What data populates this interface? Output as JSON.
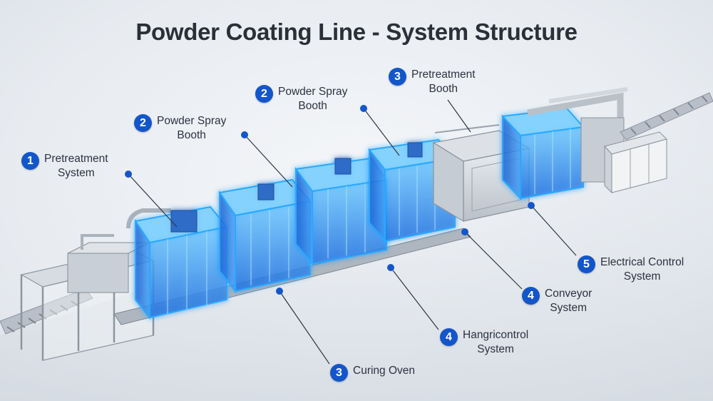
{
  "title": "Powder Coating Line - System Structure",
  "colors": {
    "accent": "#1356c9",
    "glow": "#2aa8ff",
    "steel": "#c4cad2"
  },
  "callouts": [
    {
      "num": "1",
      "lines": [
        "Pretreatment",
        "System"
      ]
    },
    {
      "num": "2",
      "lines": [
        "Powder Spray",
        "Booth"
      ]
    },
    {
      "num": "2",
      "lines": [
        "Powder Spray",
        "Booth"
      ]
    },
    {
      "num": "3",
      "lines": [
        "Pretreatment",
        "Booth"
      ]
    },
    {
      "num": "5",
      "lines": [
        "Electrical Control",
        "System"
      ]
    },
    {
      "num": "4",
      "lines": [
        "Conveyor",
        "System"
      ]
    },
    {
      "num": "4",
      "lines": [
        "Hangricontrol",
        "System"
      ]
    },
    {
      "num": "3",
      "lines": [
        "Curing Oven"
      ]
    }
  ]
}
